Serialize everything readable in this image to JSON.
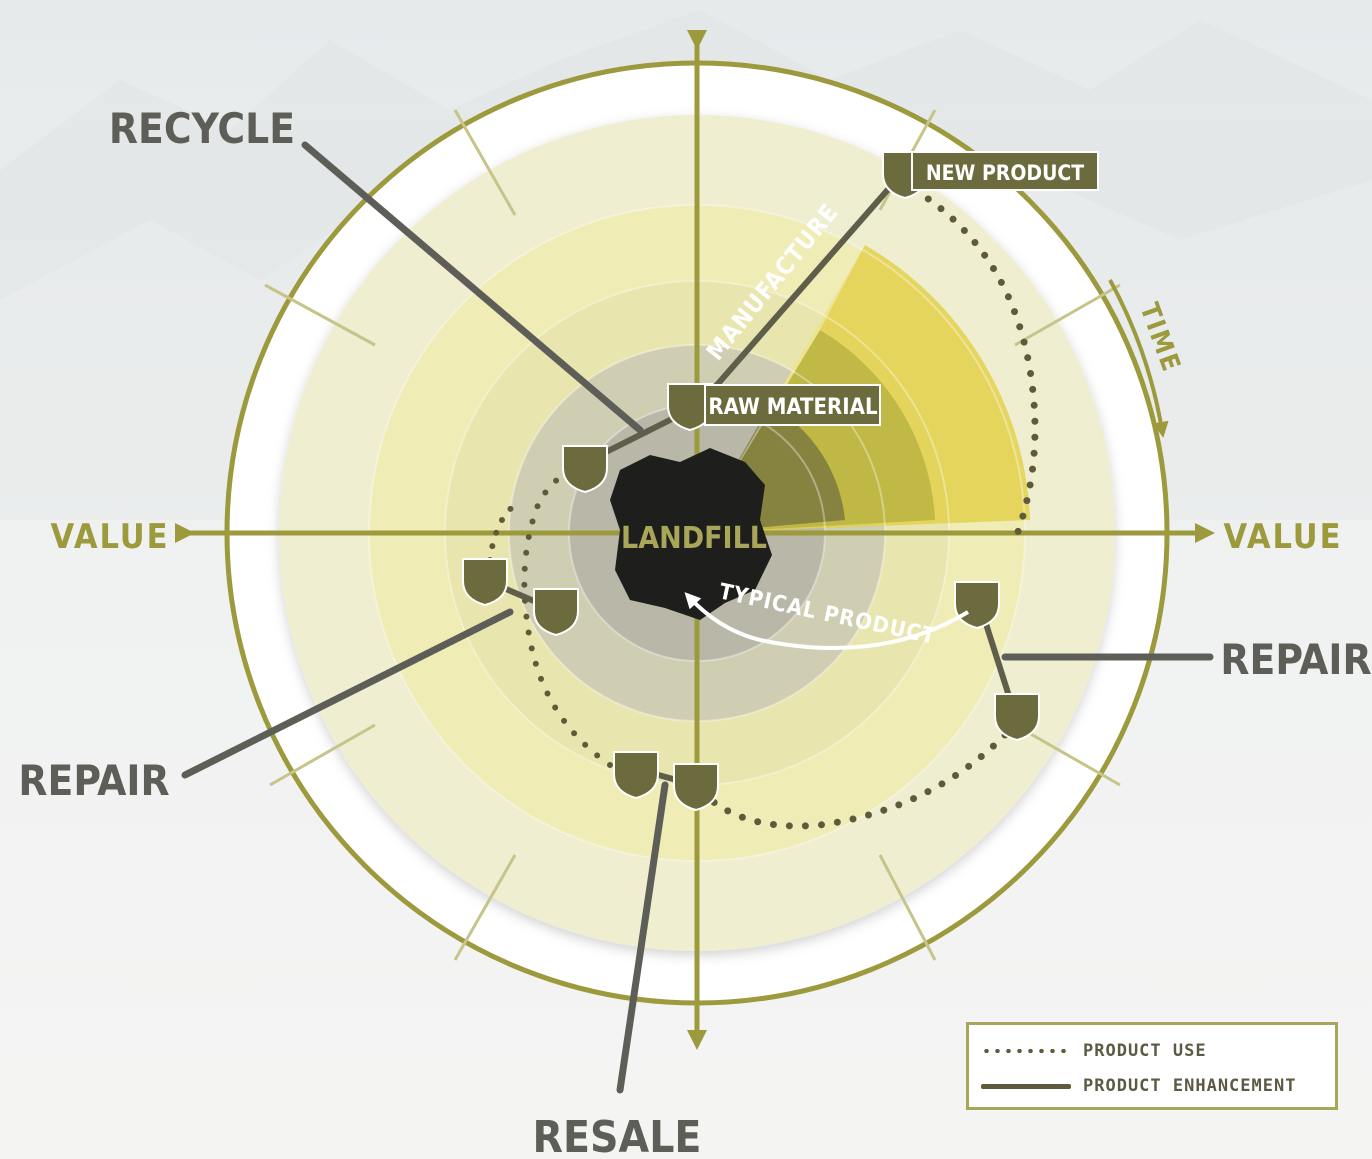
{
  "labels": {
    "recycle": "RECYCLE",
    "repair_left": "REPAIR",
    "repair_right": "REPAIR",
    "resale": "RESALE",
    "value_left": "VALUE",
    "value_right": "VALUE",
    "time": "TIME",
    "manufacture": "MANUFACTURE",
    "raw_material": "RAW MATERIAL",
    "new_product": "NEW PRODUCT",
    "landfill": "LANDFILL",
    "typical_product": "TYPICAL PRODUCT"
  },
  "legend": {
    "product_use": "PRODUCT USE",
    "product_enhancement": "PRODUCT ENHANCEMENT"
  },
  "colors": {
    "olive_dark": "#6b6b3d",
    "olive_frame": "#9c9a3c",
    "label_gray": "#5e5e58",
    "landfill": "#1e1f1d"
  }
}
